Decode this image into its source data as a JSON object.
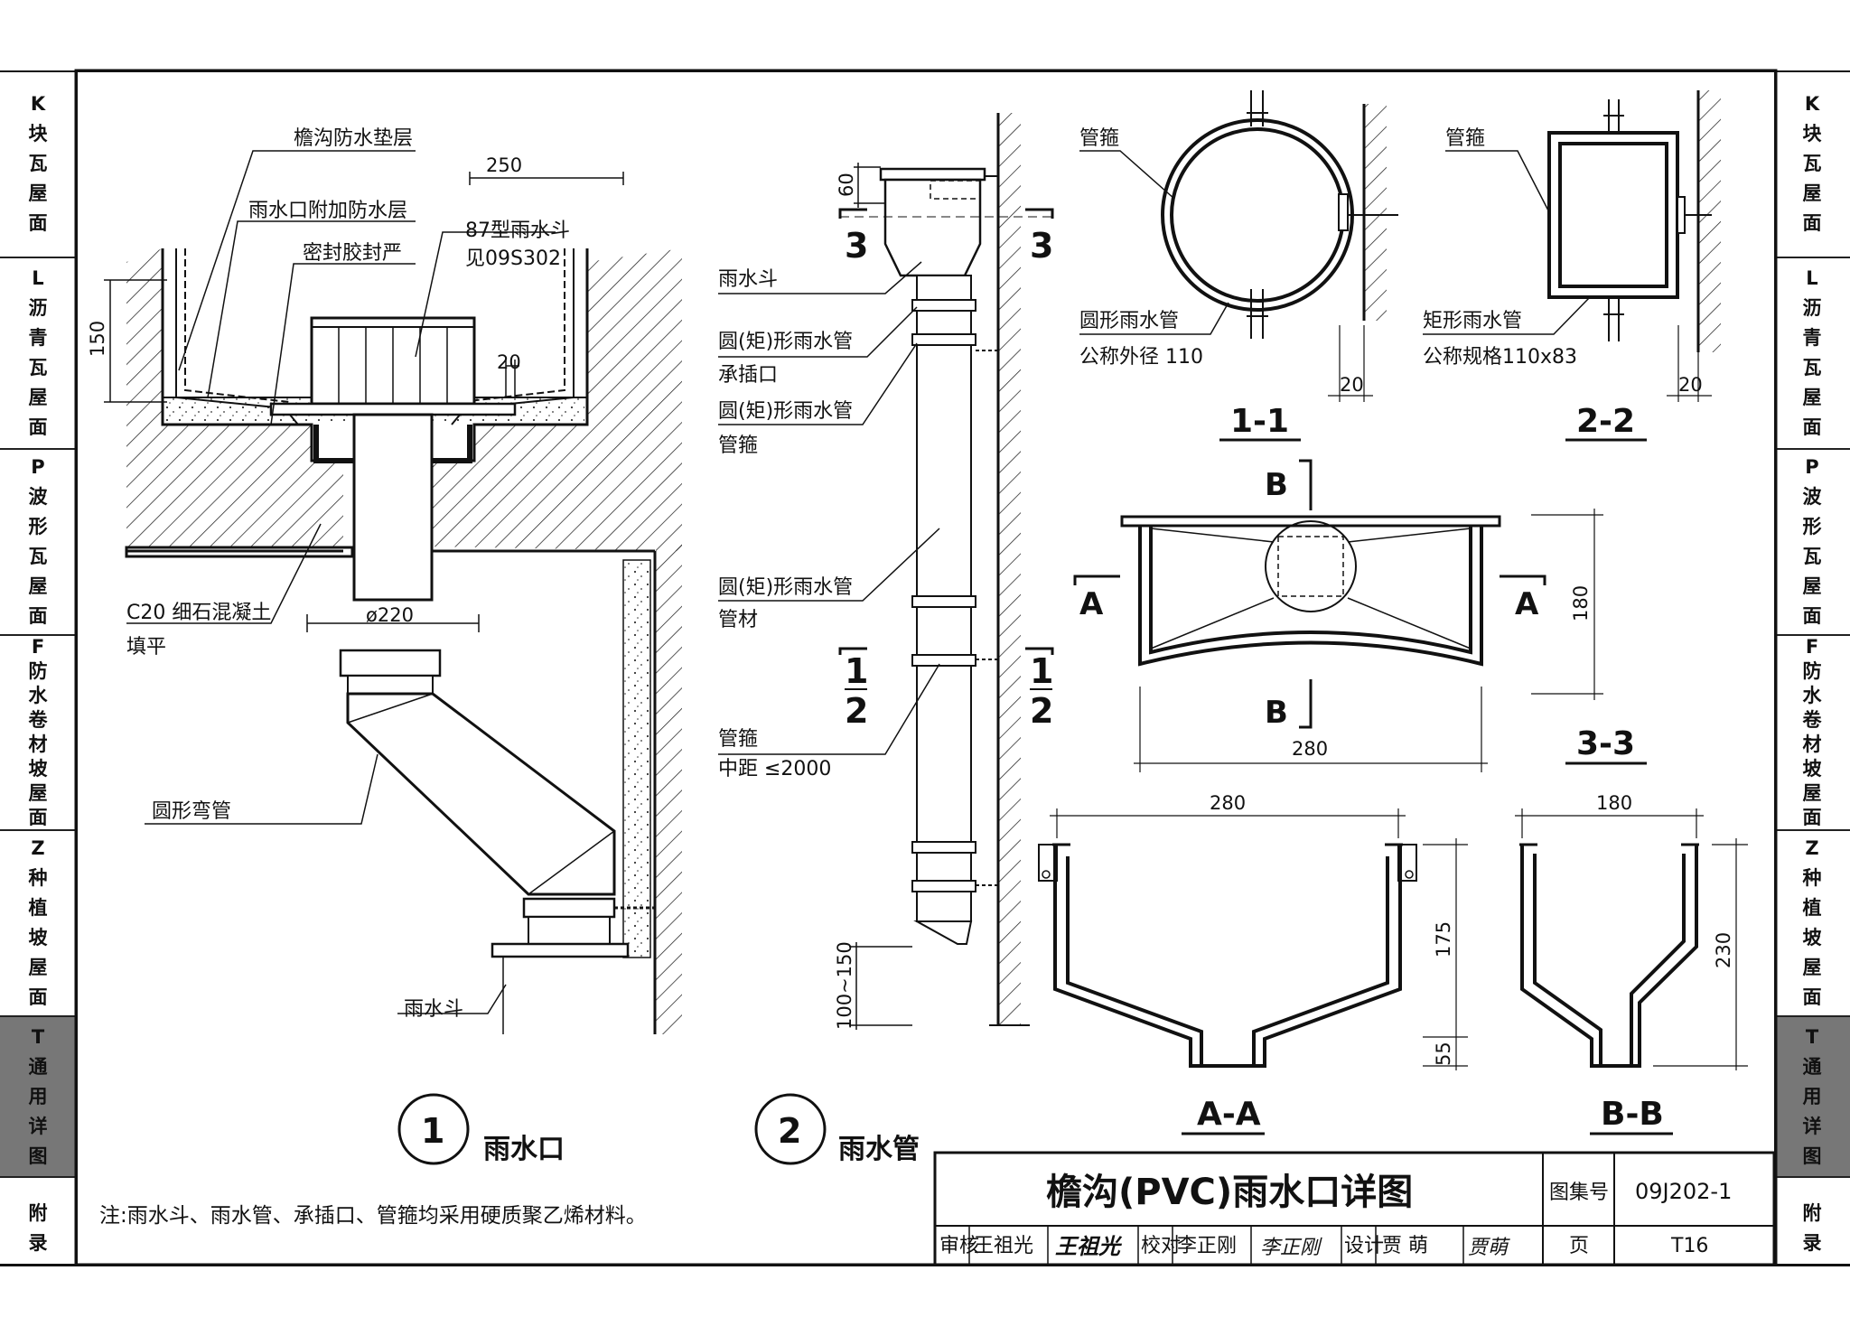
{
  "side_tabs": [
    {
      "code": "K",
      "name": "块瓦屋面",
      "lines": [
        "K",
        "块",
        "瓦",
        "屋",
        "面"
      ]
    },
    {
      "code": "L",
      "name": "沥青瓦屋面",
      "lines": [
        "L",
        "沥",
        "青",
        "瓦",
        "屋",
        "面"
      ]
    },
    {
      "code": "P",
      "name": "波形瓦屋面",
      "lines": [
        "P",
        "波",
        "形",
        "瓦",
        "屋",
        "面"
      ]
    },
    {
      "code": "F",
      "name": "防水卷材坡屋面",
      "lines": [
        "F",
        "防",
        "水",
        "卷",
        "材",
        "坡",
        "屋",
        "面"
      ]
    },
    {
      "code": "Z",
      "name": "种植坡屋面",
      "lines": [
        "Z",
        "种",
        "植",
        "坡",
        "屋",
        "面"
      ]
    },
    {
      "code": "T",
      "name": "通用详图",
      "lines": [
        "T",
        "通",
        "用",
        "详",
        "图"
      ],
      "active": true
    },
    {
      "code": "",
      "name": "附录",
      "lines": [
        "附",
        "录"
      ]
    }
  ],
  "detail1": {
    "labels": {
      "gutter_waterproof_pad": "檐沟防水垫层",
      "outlet_extra_waterproof": "雨水口附加防水层",
      "sealant": "密封胶封严",
      "drain_type": "87型雨水斗",
      "drain_ref": "见09S302",
      "concrete": "C20 细石混凝土",
      "fill": "填平",
      "elbow": "圆形弯管",
      "hopper": "雨水斗"
    },
    "dims": {
      "width_250": "250",
      "depth_150": "150",
      "gap_20": "20",
      "dia_220": "ø220"
    },
    "number": "1",
    "name": "雨水口"
  },
  "detail2": {
    "labels": {
      "hopper": "雨水斗",
      "pipe_socket_1": "圆(矩)形雨水管",
      "pipe_socket_2": "承插口",
      "pipe_clamp_1": "圆(矩)形雨水管",
      "pipe_clamp_2": "管箍",
      "pipe_body_1": "圆(矩)形雨水管",
      "pipe_body_2": "管材",
      "clamp_1": "管箍",
      "clamp_2": "中距 ≤2000"
    },
    "dims": {
      "top_60": "60",
      "bottom": "100~150"
    },
    "cut_marks": {
      "three": "3",
      "one": "1",
      "two": "2"
    },
    "number": "2",
    "name": "雨水管"
  },
  "section11": {
    "clamp": "管箍",
    "pipe": "圆形雨水管",
    "spec": "公称外径 110",
    "gap": "20",
    "title": "1-1"
  },
  "section22": {
    "clamp": "管箍",
    "pipe": "矩形雨水管",
    "spec": "公称规格110x83",
    "gap": "20",
    "title": "2-2"
  },
  "section33": {
    "mark_a": "A",
    "mark_b": "B",
    "w": "280",
    "h": "180",
    "title": "3-3"
  },
  "sectionAA": {
    "w": "280",
    "h1": "175",
    "h2": "55",
    "title": "A-A"
  },
  "sectionBB": {
    "w": "180",
    "h": "230",
    "title": "B-B"
  },
  "note": "注:雨水斗、雨水管、承插口、管箍均采用硬质聚乙烯材料。",
  "title_block": {
    "title": "檐沟(PVC)雨水口详图",
    "atlas_label": "图集号",
    "atlas_no": "09J202-1",
    "review_label": "审核",
    "reviewer": "王祖光",
    "reviewer_sign": "王祖光",
    "check_label": "校对",
    "checker": "李正刚",
    "checker_sign": "李正刚",
    "design_label": "设计",
    "designer": "贾  萌",
    "designer_sign": "贾萌",
    "page_label": "页",
    "page_no": "T16"
  }
}
